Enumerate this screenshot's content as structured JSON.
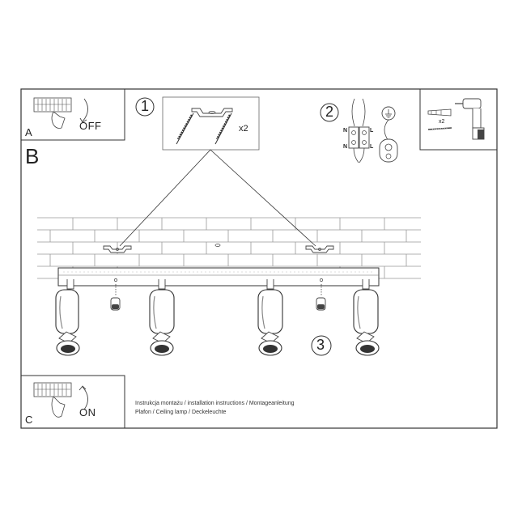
{
  "panels": {
    "a": {
      "letter": "A",
      "label": "OFF"
    },
    "b": {
      "letter": "B"
    },
    "c": {
      "letter": "C",
      "label": "ON"
    }
  },
  "steps": {
    "one": "1",
    "two": "2",
    "three": "3"
  },
  "bracket": {
    "quantity": "x2"
  },
  "wiring": {
    "n": "N",
    "l": "L",
    "n2": "N",
    "l2": "L"
  },
  "drill": {
    "quantity": "x2"
  },
  "caption": {
    "line1": "Instrukcja montażu / installation instructions / Montageanleitung",
    "line2": "Plafon / Ceiling lamp / Deckeleuchte"
  }
}
